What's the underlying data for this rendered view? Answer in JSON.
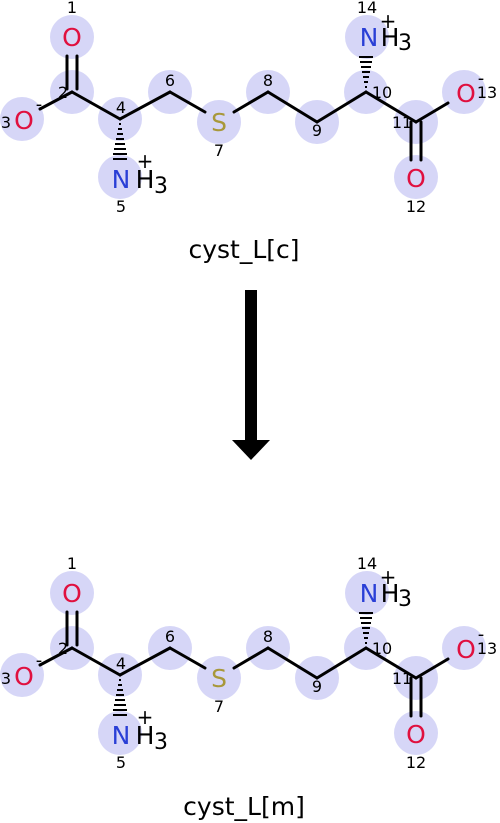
{
  "colors": {
    "highlight": "#d6d6f7",
    "oxygen": "#e0103f",
    "nitrogen": "#2a3fd6",
    "sulfur": "#a8983a",
    "bond": "#000000",
    "arrow": "#000000"
  },
  "reaction": {
    "reactant": {
      "name": "cyst_L[c]",
      "atoms": {
        "o1": "O",
        "o3": "O",
        "n5": "N",
        "s7": "S",
        "o12": "O",
        "o13": "O",
        "n14": "N",
        "h5": "H",
        "h5sub": "3",
        "h14": "H",
        "h14sub": "3",
        "plus5": "+",
        "plus14": "+",
        "minus3": "-",
        "minus13": "-"
      },
      "numbers": {
        "n1": "1",
        "n2": "2",
        "n3": "3",
        "n4": "4",
        "n5": "5",
        "n6": "6",
        "n7": "7",
        "n8": "8",
        "n9": "9",
        "n10": "10",
        "n11": "11",
        "n12": "12",
        "n13": "13",
        "n14": "14"
      }
    },
    "product": {
      "name": "cyst_L[m]",
      "atoms": {
        "o1": "O",
        "o3": "O",
        "n5": "N",
        "s7": "S",
        "o12": "O",
        "o13": "O",
        "n14": "N",
        "h5": "H",
        "h5sub": "3",
        "h14": "H",
        "h14sub": "3",
        "plus5": "+",
        "plus14": "+",
        "minus3": "-",
        "minus13": "-"
      },
      "numbers": {
        "n1": "1",
        "n2": "2",
        "n3": "3",
        "n4": "4",
        "n5": "5",
        "n6": "6",
        "n7": "7",
        "n8": "8",
        "n9": "9",
        "n10": "10",
        "n11": "11",
        "n12": "12",
        "n13": "13",
        "n14": "14"
      }
    }
  }
}
